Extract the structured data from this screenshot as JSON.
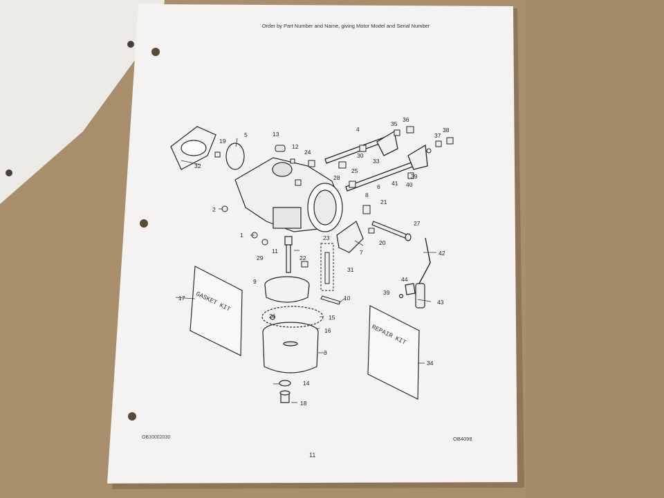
{
  "page": {
    "header": "Order by Part Number and Name, giving Motor Model and Serial Number",
    "doc_code_left": "OB10002030",
    "doc_code_right": "OB4098",
    "page_number": "11"
  },
  "kits": {
    "gasket_kit_label": "GASKET KIT",
    "repair_kit_label": "REPAIR KIT"
  },
  "callouts": [
    "1",
    "2",
    "3",
    "4",
    "5",
    "6",
    "7",
    "8",
    "9",
    "10",
    "11",
    "12",
    "13",
    "14",
    "15",
    "16",
    "17",
    "18",
    "19",
    "20",
    "21",
    "22",
    "23",
    "24",
    "25",
    "26",
    "27",
    "28",
    "29",
    "30",
    "31",
    "32",
    "33",
    "34",
    "35",
    "36",
    "37",
    "38",
    "39",
    "40",
    "41",
    "42",
    "43",
    "44"
  ]
}
